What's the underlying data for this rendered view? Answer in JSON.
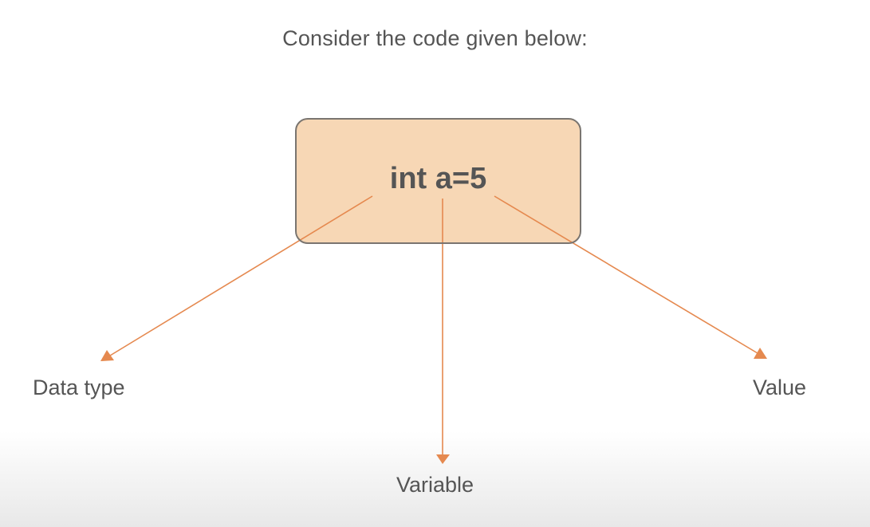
{
  "title": "Consider the code given below:",
  "code": "int a=5",
  "labels": {
    "data_type": "Data type",
    "variable": "Variable",
    "value": "Value"
  },
  "colors": {
    "box_fill": "#f7d7b5",
    "box_border": "#7a7570",
    "arrow": "#e5894f",
    "text": "#555555"
  }
}
